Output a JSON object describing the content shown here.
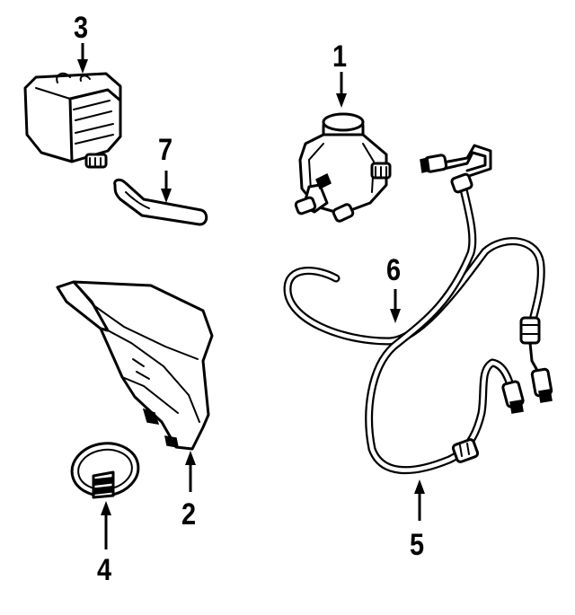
{
  "callouts": {
    "pump": "1",
    "bracket": "2",
    "reservoir": "3",
    "cap": "4",
    "pressure_hose": "5",
    "return_hose": "6",
    "hose_short": "7"
  }
}
